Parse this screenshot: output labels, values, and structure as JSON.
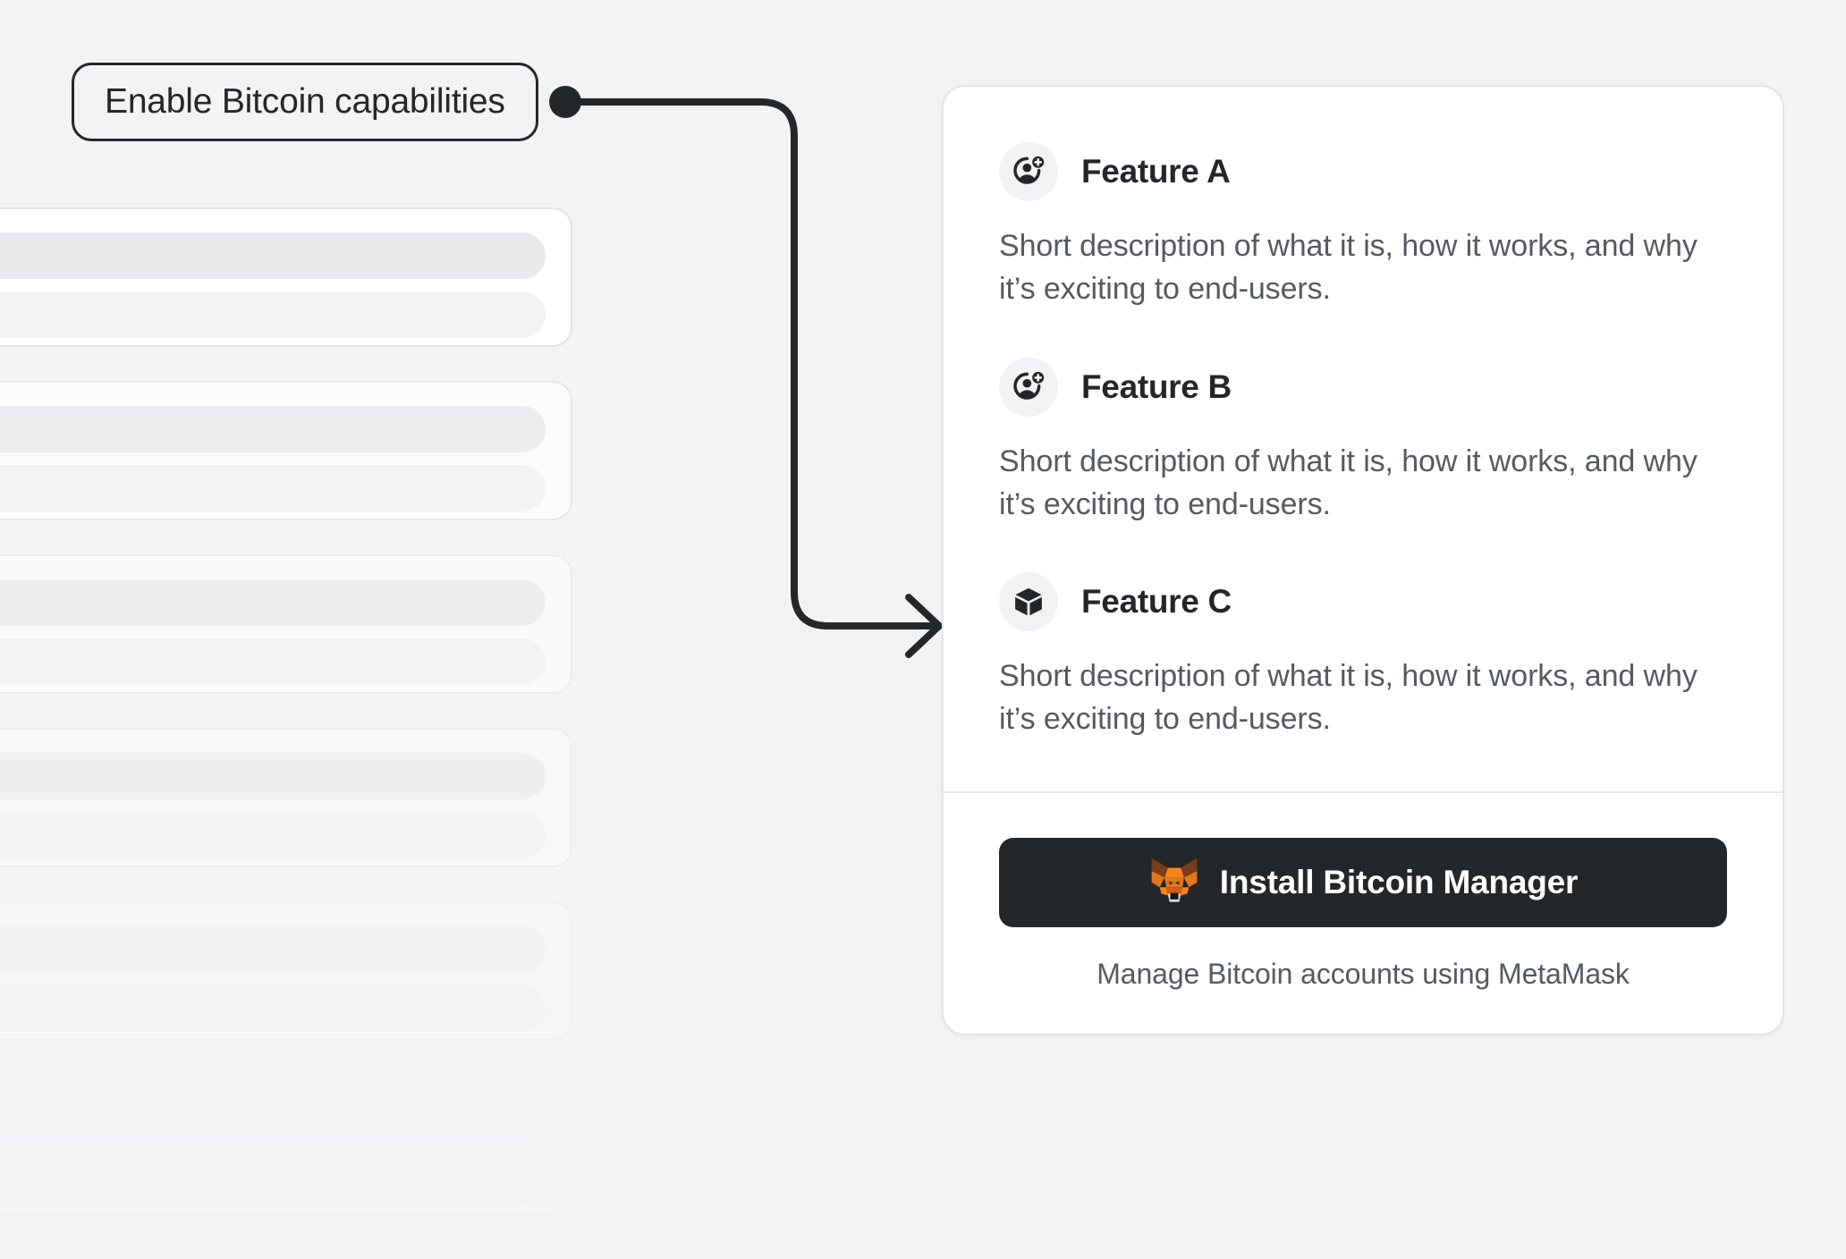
{
  "callout": {
    "label": "Enable Bitcoin capabilities",
    "icon": "connector-dot-icon",
    "arrow_icon": "arrow-right-icon"
  },
  "background_list": {
    "placeholder_count": 6,
    "item_name": "skeleton-list-item"
  },
  "card": {
    "features": [
      {
        "icon": "add-account-icon",
        "title": "Feature A",
        "description": "Short description of what it is, how it works, and why it’s exciting to end-users."
      },
      {
        "icon": "add-account-icon",
        "title": "Feature B",
        "description": "Short description of what it is, how it works, and why it’s exciting to end-users."
      },
      {
        "icon": "cube-icon",
        "title": "Feature C",
        "description": "Short description of what it is, how it works, and why it’s exciting to end-users."
      }
    ],
    "footer": {
      "install_label": "Install Bitcoin Manager",
      "install_icon": "metamask-fox-icon",
      "note": "Manage Bitcoin accounts using MetaMask"
    }
  },
  "colors": {
    "page_background": "#f3f3f4",
    "card_background": "#ffffff",
    "card_border": "#e3e5e8",
    "text_primary": "#24272a",
    "text_secondary": "#555a62",
    "button_background": "#24272a",
    "button_text": "#ffffff",
    "icon_bubble": "#f0f2f4",
    "skeleton_bar": "#e9eaec",
    "connector_stroke": "#24272a",
    "metamask_orange": "#e2761b"
  }
}
